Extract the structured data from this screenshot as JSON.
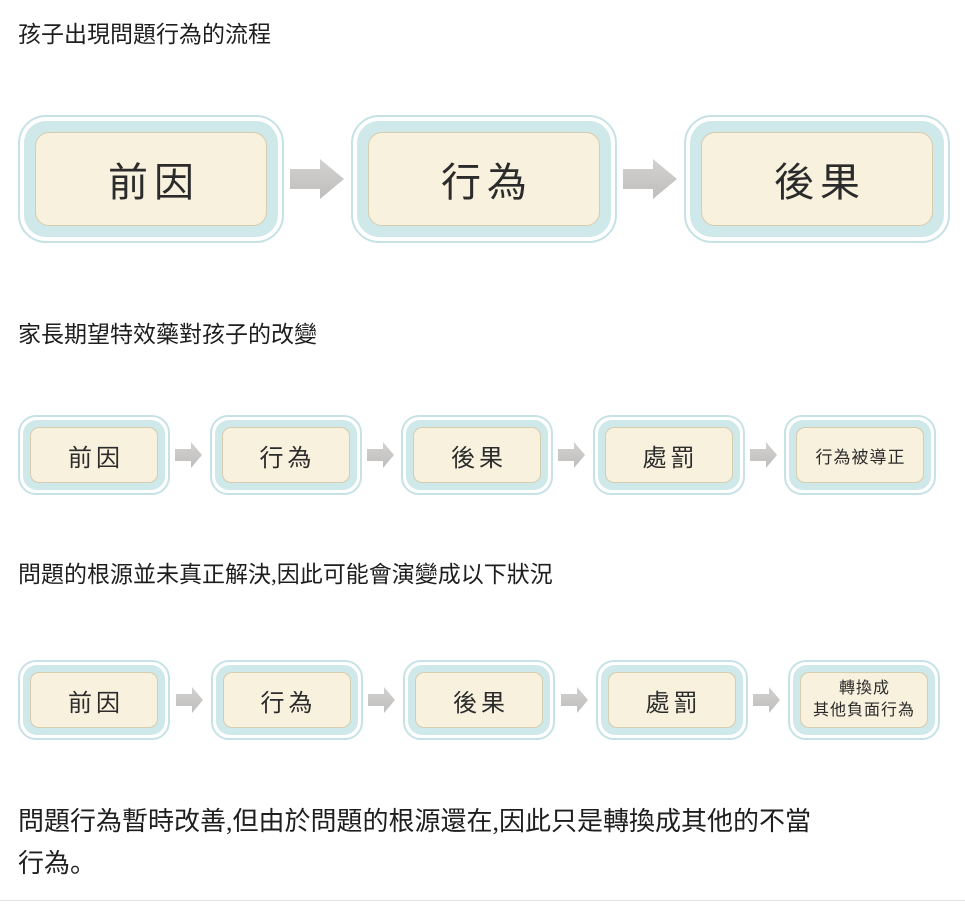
{
  "document": {
    "heading_1": "孩子出現問題行為的流程",
    "heading_2": "家長期望特效藥對孩子的改變",
    "heading_3": "問題的根源並未真正解決,因此可能會演變成以下狀況",
    "footer": "問題行為暫時改善,但由於問題的根源還在,因此只是轉換成其他的不當\n行為。"
  },
  "flows": {
    "flow1": {
      "steps": [
        "前因",
        "行為",
        "後果"
      ]
    },
    "flow2": {
      "steps": [
        "前因",
        "行為",
        "後果",
        "處罰",
        "行為被導正"
      ]
    },
    "flow3": {
      "steps": [
        "前因",
        "行為",
        "後果",
        "處罰",
        "轉換成\n其他負面行為"
      ]
    }
  },
  "icons": {
    "arrow": "right-block-arrow"
  },
  "colors": {
    "box_ring_blue": "#c6e2e5",
    "box_band_blue": "#cfe8e9",
    "box_fill_cream": "#f8f1de",
    "box_inner_border_tan": "#d6ccae",
    "arrow_gray": "#c7c5c3",
    "text_dark": "#1e1e1e"
  }
}
